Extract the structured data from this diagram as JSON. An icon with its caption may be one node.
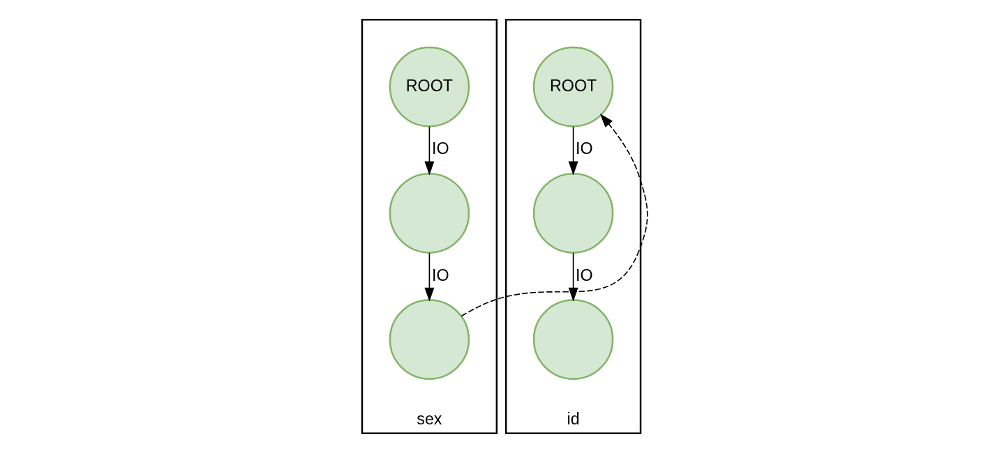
{
  "diagram": {
    "nodes": [
      {
        "text": [
          "sex"
        ]
      },
      {
        "text": [
          "ROOT"
        ],
        "in": 0
      },
      {
        "text": [],
        "shape": "circle",
        "in": 0
      },
      {
        "text": [],
        "shape": "circle",
        "in": 0
      },
      {
        "text": [
          "id"
        ]
      },
      {
        "text": [
          "ROOT"
        ],
        "in": 4
      },
      {
        "text": [],
        "shape": "circle",
        "in": 4
      },
      {
        "text": [],
        "shape": "circle",
        "in": 4
      }
    ],
    "edges": [
      {
        "from": 1,
        "to": 2,
        "arrow": "to",
        "label": "IO"
      },
      {
        "from": 2,
        "to": 3,
        "arrow": "to",
        "label": "IO"
      },
      {
        "from": 3,
        "to": 5,
        "arrow": "to",
        "style": "dashed"
      },
      {
        "from": 5,
        "to": 6,
        "arrow": "to",
        "label": "IO"
      },
      {
        "from": 6,
        "to": 7,
        "arrow": "to",
        "label": "IO"
      }
    ]
  }
}
